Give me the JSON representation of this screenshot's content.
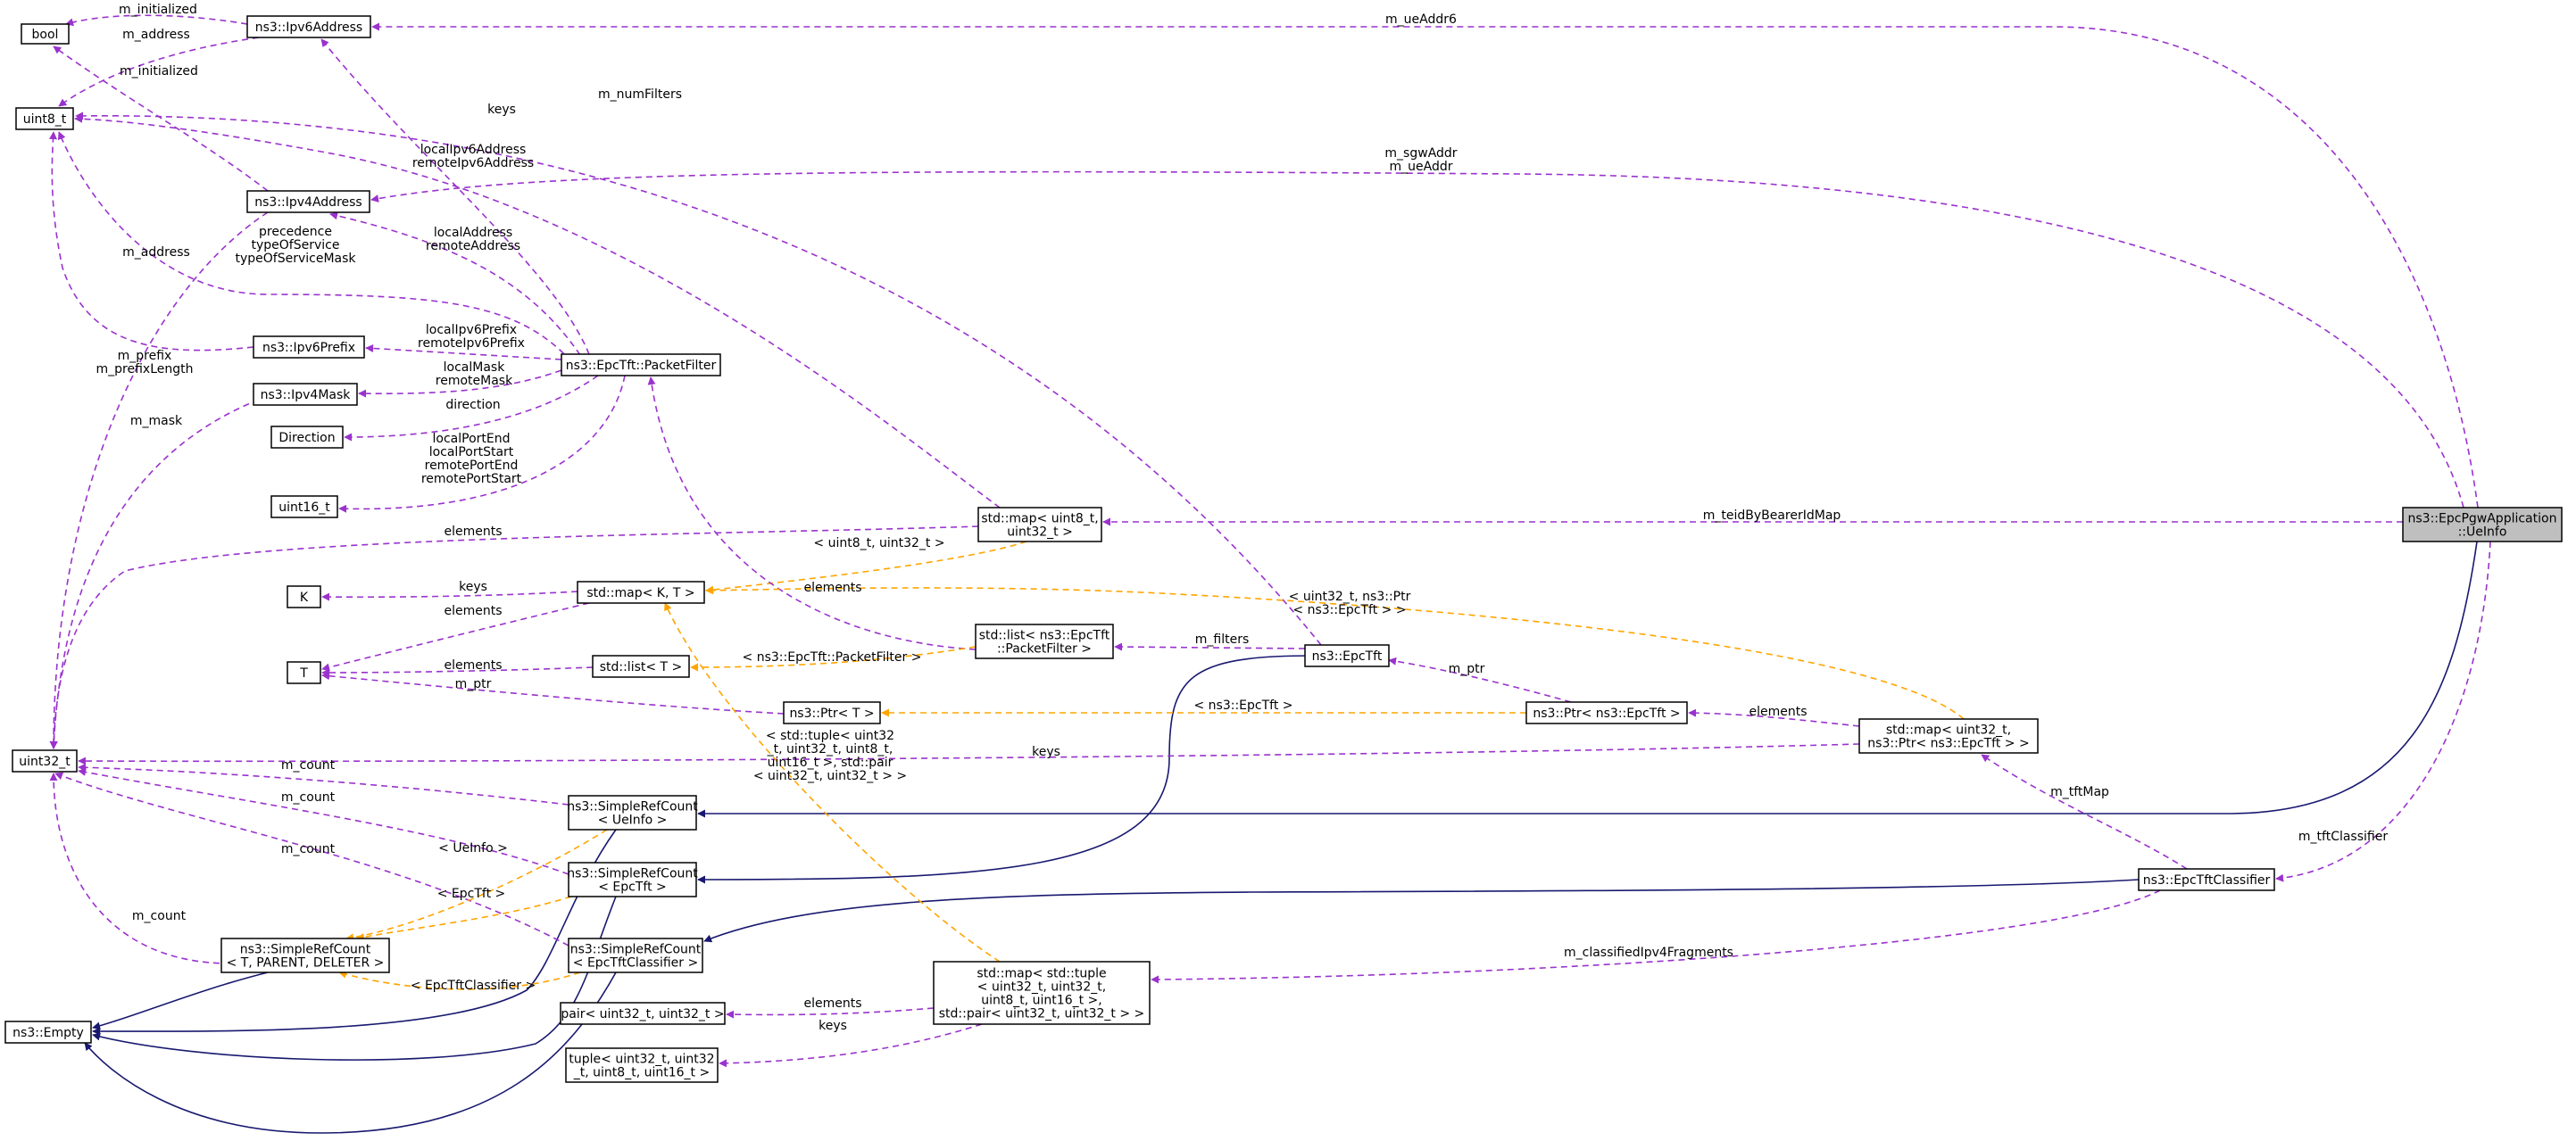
{
  "nodes": {
    "bool": [
      "bool"
    ],
    "uint8": [
      "uint8_t"
    ],
    "ipv6": [
      "ns3::Ipv6Address"
    ],
    "ipv4": [
      "ns3::Ipv4Address"
    ],
    "ipv6prefix": [
      "ns3::Ipv6Prefix"
    ],
    "ipv4mask": [
      "ns3::Ipv4Mask"
    ],
    "direction": [
      "Direction"
    ],
    "uint16": [
      "uint16_t"
    ],
    "packetfilter": [
      "ns3::EpcTft::PacketFilter"
    ],
    "k": [
      "K"
    ],
    "t": [
      "T"
    ],
    "uint32": [
      "uint32_t"
    ],
    "empty": [
      "ns3::Empty"
    ],
    "srcgeneric": [
      "ns3::SimpleRefCount",
      "< T, PARENT, DELETER >"
    ],
    "srcueinfo": [
      "ns3::SimpleRefCount",
      "< UeInfo >"
    ],
    "srcepctft": [
      "ns3::SimpleRefCount",
      "< EpcTft >"
    ],
    "srcclassifier": [
      "ns3::SimpleRefCount",
      "< EpcTftClassifier >"
    ],
    "mapKT": [
      "std::map< K, T >"
    ],
    "listT": [
      "std::list< T >"
    ],
    "ptrT": [
      "ns3::Ptr< T >"
    ],
    "mapU8U32": [
      "std::map< uint8_t,",
      "uint32_t >"
    ],
    "listPF": [
      "std::list< ns3::EpcTft",
      "::PacketFilter >"
    ],
    "epctft": [
      "ns3::EpcTft"
    ],
    "ptrEpcTft": [
      "ns3::Ptr< ns3::EpcTft >"
    ],
    "mapTft": [
      "std::map< uint32_t,",
      "ns3::Ptr< ns3::EpcTft > >"
    ],
    "classifier": [
      "ns3::EpcTftClassifier"
    ],
    "ueinfo": [
      "ns3::EpcPgwApplication",
      "::UeInfo"
    ],
    "maptuple": [
      "std::map< std::tuple",
      "< uint32_t, uint32_t,",
      "uint8_t, uint16_t >,",
      "std::pair< uint32_t, uint32_t > >"
    ],
    "pair": [
      "pair< uint32_t, uint32_t >"
    ],
    "tuple": [
      "tuple< uint32_t, uint32",
      "_t, uint8_t, uint16_t >"
    ]
  },
  "edges": {
    "ipv6_bool": [
      "m_initialized"
    ],
    "ipv6_uint8": [
      "m_address"
    ],
    "ipv4_bool": [
      "m_initialized"
    ],
    "ipv4_uint32": [
      "m_address"
    ],
    "ipv6prefix_uint8": [
      "m_prefix",
      "m_prefixLength"
    ],
    "ipv4mask_uint32": [
      "m_mask"
    ],
    "pf_ipv6": [
      "localIpv6Address",
      "remoteIpv6Address"
    ],
    "pf_uint8": [
      "precedence",
      "typeOfService",
      "typeOfServiceMask"
    ],
    "pf_ipv4": [
      "localAddress",
      "remoteAddress"
    ],
    "pf_ipv6prefix": [
      "localIpv6Prefix",
      "remoteIpv6Prefix"
    ],
    "pf_ipv4mask": [
      "localMask",
      "remoteMask"
    ],
    "pf_direction": [
      "direction"
    ],
    "pf_uint16": [
      "localPortEnd",
      "localPortStart",
      "remotePortEnd",
      "remotePortStart"
    ],
    "mapKT_k": [
      "keys"
    ],
    "mapKT_t": [
      "elements"
    ],
    "listT_t": [
      "elements"
    ],
    "ptrT_t": [
      "m_ptr"
    ],
    "mapU8_uint8": [
      "keys"
    ],
    "mapU8_uint32": [
      "elements"
    ],
    "mapU8_mapKT": [
      "< uint8_t, uint32_t >"
    ],
    "listPF_pf": [
      "elements"
    ],
    "listPF_listT": [
      "< ns3::EpcTft::PacketFilter >"
    ],
    "epctft_uint8": [
      "m_numFilters"
    ],
    "epctft_listPF": [
      "m_filters"
    ],
    "ptrEpcTft_epctft": [
      "m_ptr"
    ],
    "ptrEpcTft_ptrT": [
      "< ns3::EpcTft >"
    ],
    "mapTft_ptrEpcTft": [
      "elements"
    ],
    "mapTft_uint32": [
      "keys"
    ],
    "mapTft_mapKT": [
      "< uint32_t, ns3::Ptr",
      "< ns3::EpcTft > >"
    ],
    "srcgeneric_uint32": [
      "m_count"
    ],
    "srcueinfo_uint32": [
      "m_count"
    ],
    "srcepctft_uint32": [
      "m_count"
    ],
    "srcclassifier_uint32": [
      "m_count"
    ],
    "srcueinfo_srcgeneric": [
      "< UeInfo >"
    ],
    "srcepctft_srcgeneric": [
      "< EpcTft >"
    ],
    "srcclassifier_srcgeneric": [
      "< EpcTftClassifier >"
    ],
    "maptuple_mapKT": [
      "< std::tuple< uint32",
      "_t, uint32_t, uint8_t,",
      "uint16_t >, std::pair",
      "< uint32_t, uint32_t > >"
    ],
    "maptuple_pair": [
      "elements"
    ],
    "maptuple_tuple": [
      "keys"
    ],
    "classifier_maptuple": [
      "m_classifiedIpv4Fragments"
    ],
    "classifier_mapTft": [
      "m_tftMap"
    ],
    "ueinfo_ipv6": [
      "m_ueAddr6"
    ],
    "ueinfo_ipv4": [
      "m_sgwAddr",
      "m_ueAddr"
    ],
    "ueinfo_mapU8": [
      "m_teidByBearerIdMap"
    ],
    "ueinfo_classifier": [
      "m_tftClassifier"
    ]
  },
  "colors": {
    "member_edge": "#9a32cd",
    "template_edge": "#ffa500",
    "inheritance_edge": "#191970",
    "highlight_fill": "#bfbfbf"
  }
}
